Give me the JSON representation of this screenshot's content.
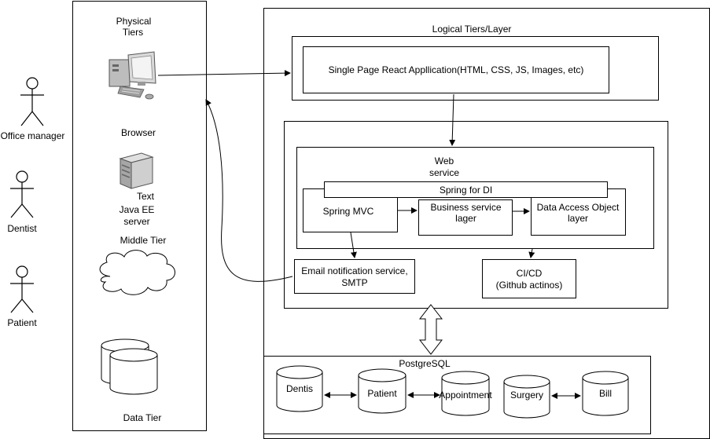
{
  "actors": [
    {
      "name": "Office manager"
    },
    {
      "name": "Dentist"
    },
    {
      "name": "Patient"
    }
  ],
  "physical": {
    "title_line1": "Physical",
    "title_line2": "Tiers",
    "browser_label": "Browser",
    "server_text": "Text",
    "server_line1": "Java EE",
    "server_line2": "server",
    "middle_tier": "Middle Tier",
    "data_tier": "Data Tier"
  },
  "logical": {
    "title": "Logical Tiers/Layer",
    "spa": "Single Page React Appllication(HTML, CSS, JS, Images, etc)",
    "web_service_line1": "Web",
    "web_service_line2": "service",
    "spring_di": "Spring for DI",
    "spring_mvc": "Spring MVC",
    "business_line1": "Business service",
    "business_line2": "lager",
    "dao_line1": "Data Access Object",
    "dao_line2": "layer",
    "email_line1": "Email notification  service,",
    "email_line2": "SMTP",
    "cicd_line1": "CI/CD",
    "cicd_line2": "(Github actinos)"
  },
  "database": {
    "title": "PostgreSQL",
    "tables": [
      "Dentis",
      "Patient",
      "Appointment",
      "Surgery",
      "Bill"
    ]
  }
}
